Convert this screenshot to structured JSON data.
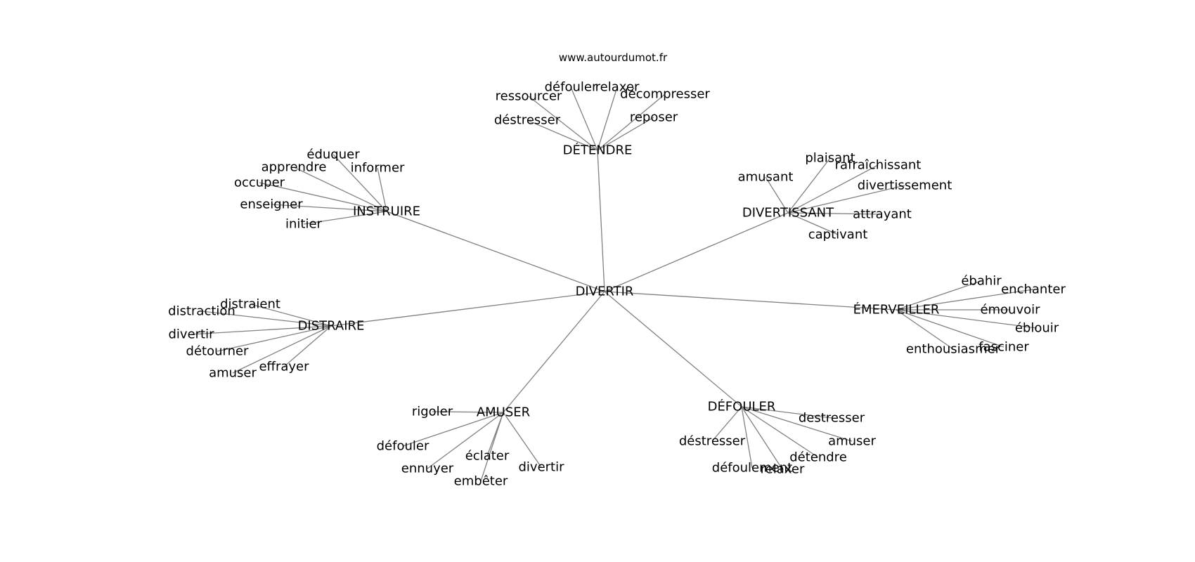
{
  "source": "www.autourdumot.fr",
  "edge_color": "#808080",
  "text_color": "#000000",
  "graph": {
    "center": "DIVERTIR",
    "hubs": [
      {
        "label": "DÉTENDRE",
        "leaves": [
          "défouler",
          "relaxer",
          "ressourcer",
          "décompresser",
          "déstresser",
          "reposer"
        ]
      },
      {
        "label": "INSTRUIRE",
        "leaves": [
          "éduquer",
          "apprendre",
          "informer",
          "occuper",
          "enseigner",
          "initier"
        ]
      },
      {
        "label": "DIVERTISSANT",
        "leaves": [
          "plaisant",
          "rafraîchissant",
          "amusant",
          "divertissement",
          "attrayant",
          "captivant"
        ]
      },
      {
        "label": "ÉMERVEILLER",
        "leaves": [
          "ébahir",
          "enchanter",
          "émouvoir",
          "éblouir",
          "enthousiasmer",
          "fasciner"
        ]
      },
      {
        "label": "DISTRAIRE",
        "leaves": [
          "distraient",
          "distraction",
          "divertir",
          "détourner",
          "effrayer",
          "amuser"
        ]
      },
      {
        "label": "AMUSER",
        "leaves": [
          "rigoler",
          "défouler",
          "éclater",
          "ennuyer",
          "divertir",
          "embêter"
        ]
      },
      {
        "label": "DÉFOULER",
        "leaves": [
          "destresser",
          "déstresser",
          "amuser",
          "détendre",
          "défoulement",
          "relaxer"
        ]
      }
    ]
  }
}
